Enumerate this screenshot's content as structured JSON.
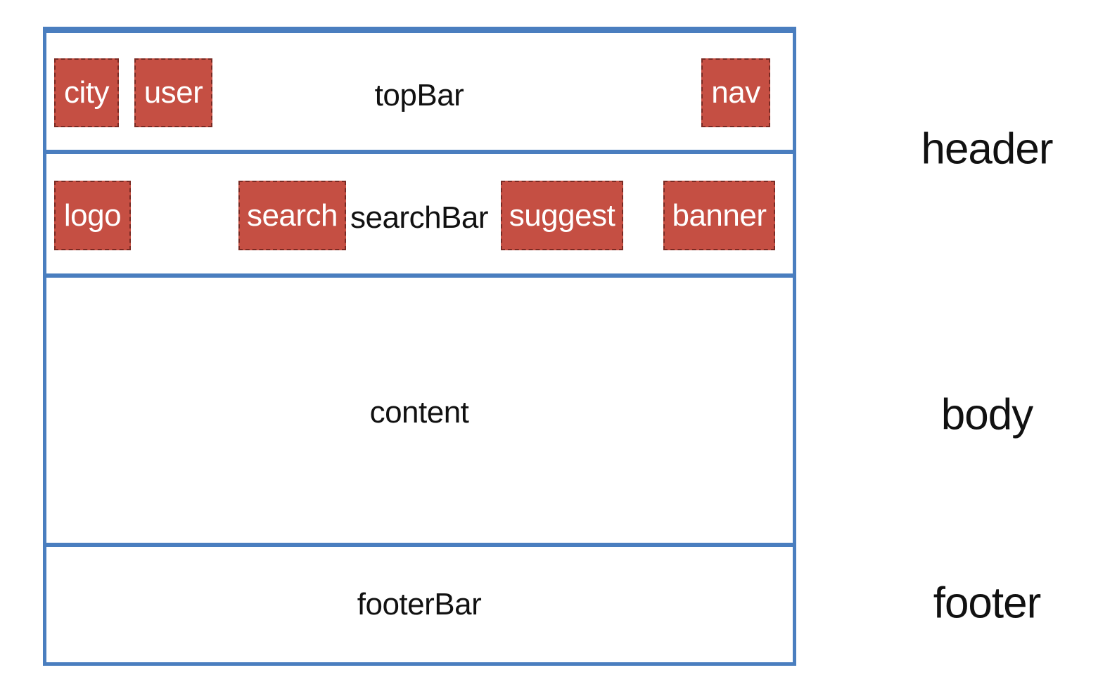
{
  "colors": {
    "frame_border": "#4a7ebf",
    "chip_fill": "#c54f43",
    "chip_border": "#7a2a23",
    "chip_text": "#ffffff",
    "text": "#111111"
  },
  "header": {
    "label": "header",
    "top_bar": {
      "label": "topBar",
      "chips": [
        "city",
        "user",
        "nav"
      ]
    },
    "search_bar": {
      "label": "searchBar",
      "chips": [
        "logo",
        "search",
        "suggest",
        "banner"
      ]
    }
  },
  "body": {
    "label": "body",
    "content_label": "content"
  },
  "footer": {
    "label": "footer",
    "footer_bar_label": "footerBar"
  }
}
